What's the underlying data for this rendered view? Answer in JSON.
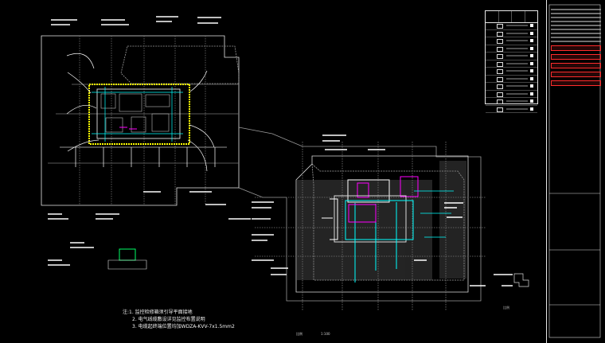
{
  "notes": {
    "line1": "注:1. 监控检修箱须引导平面接地",
    "line2": "2. 电气线缆敷设详见监控布置说明",
    "line3": "3. 电缆起终端位置均加WDZA-KVV-7x1.5mm2"
  },
  "labels": {
    "left_scale": "比例",
    "right_scale": "比例",
    "bottom_mid": "1:100"
  },
  "colors": {
    "background": "#000000",
    "line": "#ffffff",
    "grid": "#8a8a8a",
    "yellow": "#ffff00",
    "cyan": "#00ffff",
    "magenta": "#ff00ff",
    "red": "#ff2c2c",
    "green": "#00ff66"
  }
}
